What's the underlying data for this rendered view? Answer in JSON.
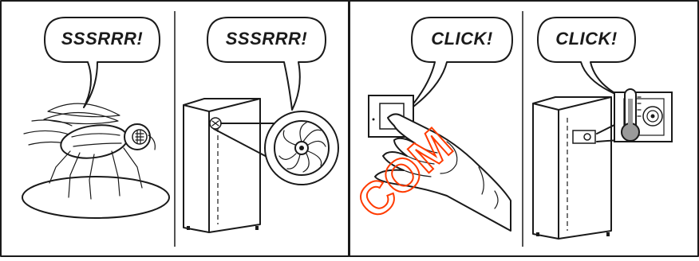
{
  "panels": [
    {
      "id": "fly",
      "caption": "SSSRRR!"
    },
    {
      "id": "fan",
      "caption": "SSSRRR!"
    },
    {
      "id": "switch",
      "caption": "CLICK!"
    },
    {
      "id": "thermostat",
      "caption": "CLICK!"
    }
  ],
  "watermark": {
    "text": "COM",
    "color": "#ff3b00"
  },
  "colors": {
    "ink": "#1a1a1a",
    "paper": "#ffffff"
  }
}
